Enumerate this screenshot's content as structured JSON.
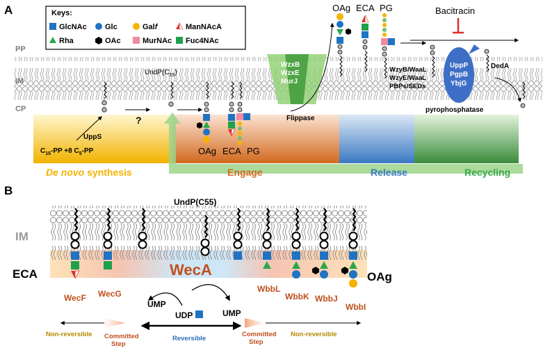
{
  "panel_a": {
    "label": "A",
    "keys": {
      "title": "Keys:",
      "items": [
        {
          "label": "GlcNAc",
          "shape": "square",
          "color": "#1f73c2"
        },
        {
          "label": "Glc",
          "shape": "circle",
          "color": "#1f73c2"
        },
        {
          "label": "Galf",
          "shape": "circle",
          "color": "#f5b300"
        },
        {
          "label": "ManNAcA",
          "shape": "half-triangle",
          "color": "#d9302a"
        },
        {
          "label": "Rha",
          "shape": "triangle",
          "color": "#2aa84a"
        },
        {
          "label": "OAc",
          "shape": "hexagon",
          "color": "#000000"
        },
        {
          "label": "MurNAc",
          "shape": "square",
          "color": "#f08aa0"
        },
        {
          "label": "Fuc4NAc",
          "shape": "square",
          "color": "#1fa04a"
        }
      ]
    },
    "layers": {
      "pp": "PP",
      "im": "IM",
      "cp": "CP"
    },
    "undp_label": "UndP(C",
    "undp_sub": "55",
    "undp_close": ")",
    "question_mark": "?",
    "upps": "UppS",
    "synthesis_formula": {
      "c15": "C",
      "c15_sub": "15",
      "c15_rest": "-PP +8 C",
      "c5_sub": "5",
      "c5_rest": "-PP"
    },
    "flippase_proteins": [
      "WzxB",
      "WzxE",
      "MurJ"
    ],
    "flippase": "Flippase",
    "cp_polymers": [
      "OAg",
      "ECA",
      "PG"
    ],
    "pp_polymers": [
      "OAg",
      "ECA",
      "PG"
    ],
    "ligases": [
      "WzyB/WaaL",
      "WzyE/WaaL",
      "PBPs/SEDs"
    ],
    "bacitracin": "Bacitracin",
    "phosphatases": [
      "UppP",
      "PgpB",
      "YbjG"
    ],
    "pyrophosphatase": "pyrophosphatase",
    "deda": "DedA",
    "stages": {
      "denovo_italic": "De novo",
      "denovo_rest": " synthesis",
      "engage": "Engage",
      "release": "Release",
      "recycling": "Recycling"
    },
    "colors": {
      "denovo": "#f2b300",
      "engage": "#d2691e",
      "release": "#3a78c2",
      "recycling": "#3a8c3a",
      "green_arrow": "#9ed48a"
    }
  },
  "panel_b": {
    "label": "B",
    "undp": "UndP(C55)",
    "im": "IM",
    "eca": "ECA",
    "oag": "OAg",
    "weca": "WecA",
    "enzymes_left": [
      "WecF",
      "WecG"
    ],
    "enzymes_right": [
      "WbbL",
      "WbbK",
      "WbbJ",
      "WbbI"
    ],
    "ump_left": "UMP",
    "ump_right": "UMP",
    "udp": "UDP",
    "non_reversible_left": "Non-reversible",
    "committed_left": [
      "Committed",
      "Step"
    ],
    "reversible": "Reversible",
    "committed_right": [
      "Committed",
      "Step"
    ],
    "non_reversible_right": "Non-reversible",
    "colors": {
      "enzyme": "#c0501e",
      "reversible": "#2c6fb5",
      "nonrev": "#b58a00"
    }
  }
}
